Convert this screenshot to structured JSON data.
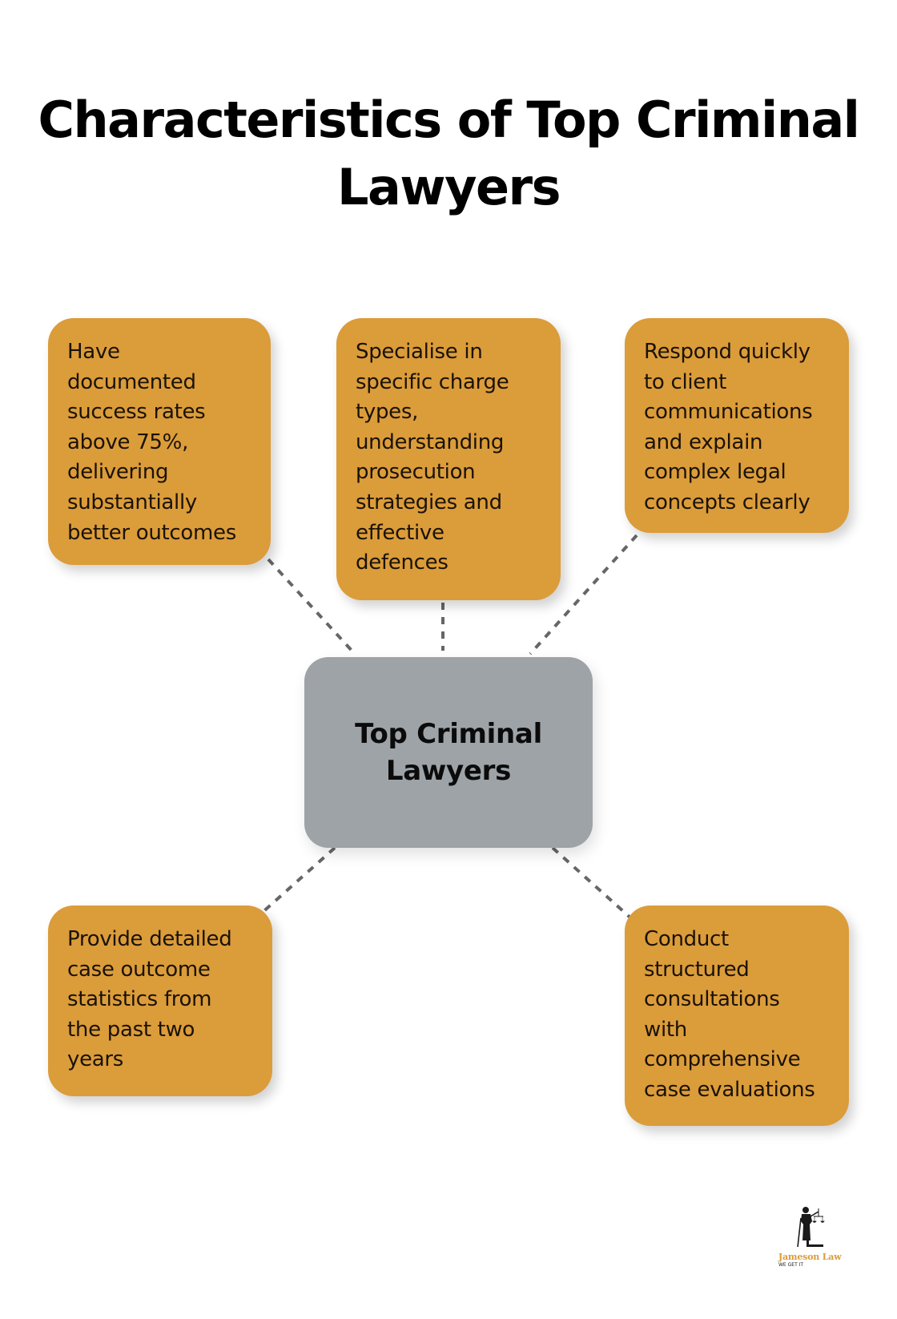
{
  "title": "Characteristics of Top Criminal\nLawyers",
  "center_node": {
    "label": "Top Criminal\nLawyers",
    "color": "#9EA3A7"
  },
  "nodes": [
    {
      "position": "top-left",
      "text": "Have\ndocumented\nsuccess rates\nabove 75%,\ndelivering\nsubstantially\nbetter outcomes"
    },
    {
      "position": "top-center",
      "text": "Specialise in\nspecific charge\ntypes,\nunderstanding\nprosecution\nstrategies and\neffective\ndefences"
    },
    {
      "position": "top-right",
      "text": "Respond quickly\nto client\ncommunications\nand explain\ncomplex legal\nconcepts clearly"
    },
    {
      "position": "bottom-left",
      "text": "Provide detailed\ncase outcome\nstatistics from\nthe past two\nyears"
    },
    {
      "position": "bottom-right",
      "text": "Conduct\nstructured\nconsultations\nwith\ncomprehensive\ncase evaluations"
    }
  ],
  "colors": {
    "node": "#DB9C3A",
    "connector": "#666666"
  },
  "logo": {
    "icon": "lady-justice-icon",
    "brand": "Jameson Law",
    "tagline": "WE GET IT"
  }
}
